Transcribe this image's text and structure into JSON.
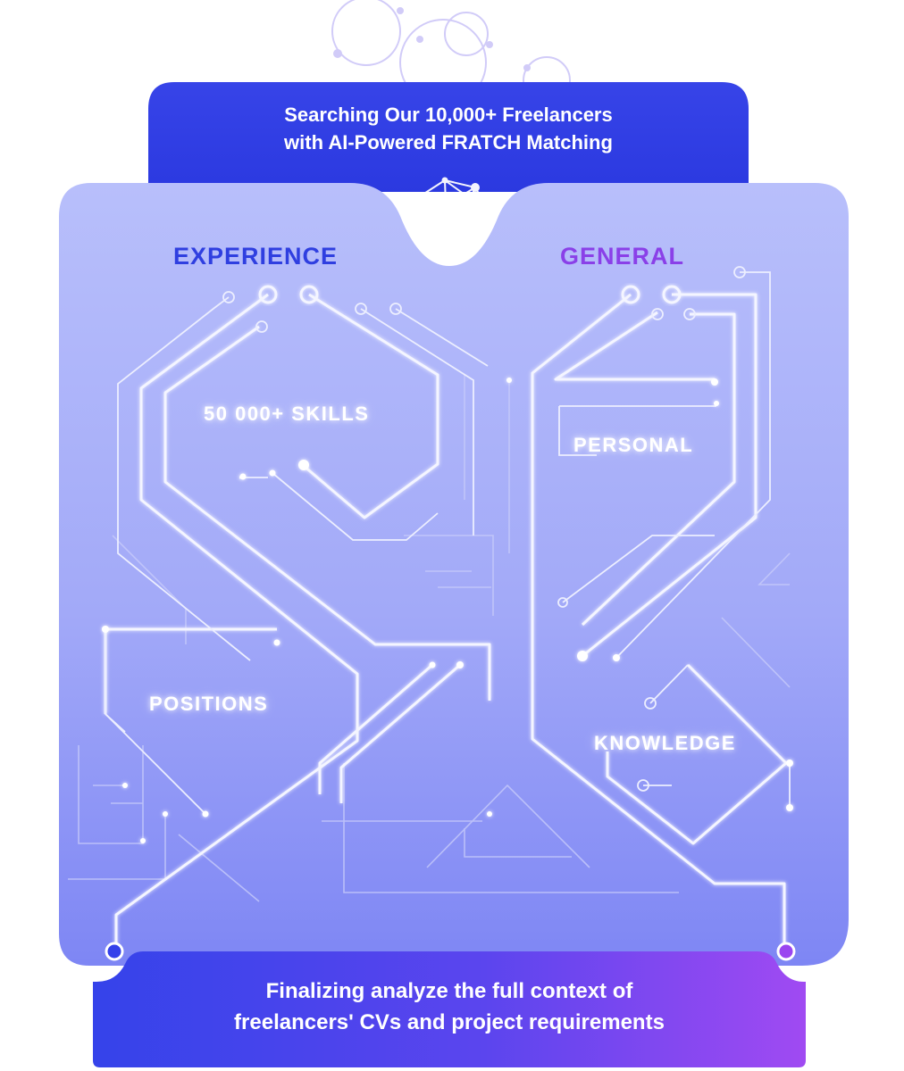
{
  "top_banner": {
    "line1": "Searching Our 10,000+ Freelancers",
    "line2": "with AI-Powered FRATCH Matching",
    "icon": "ai-network-icon"
  },
  "categories": {
    "left": "EXPERIENCE",
    "right": "GENERAL"
  },
  "nodes": {
    "skills": "50 000+ SKILLS",
    "positions": "POSITIONS",
    "personal": "PERSONAL",
    "knowledge": "KNOWLEDGE"
  },
  "bottom_banner": {
    "line1": "Finalizing analyze the full context of",
    "line2": "freelancers' CVs and project requirements"
  },
  "colors": {
    "experience": "#2f3fe0",
    "general": "#8a40e8",
    "banner_blue": "#2f3fe6",
    "banner_purple": "#9b47f2",
    "panel_top": "#b9c0fb",
    "panel_bottom": "#7b83f3"
  }
}
